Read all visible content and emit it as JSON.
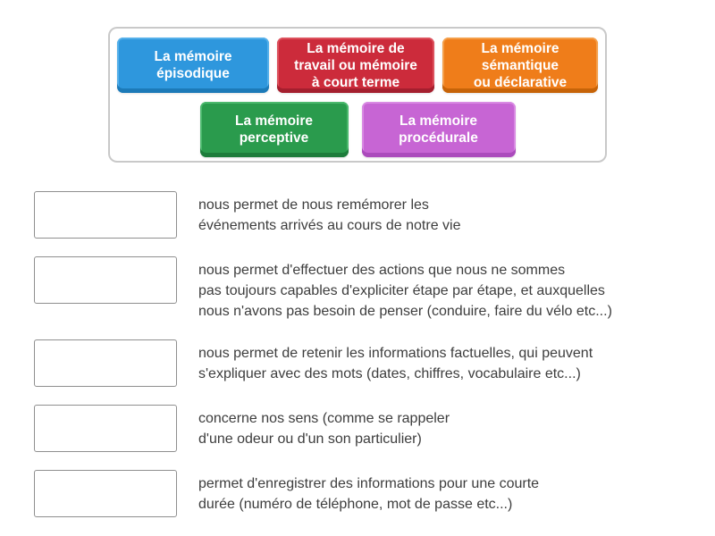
{
  "page": {
    "background_color": "#ffffff",
    "text_color": "#3d3d3d",
    "bank_border_color": "#c9c9c9",
    "slot_border_color": "#8f8f8f"
  },
  "word_bank": {
    "tiles": [
      {
        "label": "La mémoire\népisodique",
        "color": "#2e97dd",
        "color_light": "#55b0ea",
        "color_dark": "#1c7ab8"
      },
      {
        "label": "La mémoire de\ntravail ou mémoire\nà court terme",
        "color": "#cc2b3b",
        "color_light": "#dd525e",
        "color_dark": "#a41f2e"
      },
      {
        "label": "La mémoire\nsémantique\nou déclarative",
        "color": "#ef7d1a",
        "color_light": "#f49f4a",
        "color_dark": "#c66308"
      },
      {
        "label": "La mémoire\nperceptive",
        "color": "#2a9b4d",
        "color_light": "#4cb96e",
        "color_dark": "#1d7c3b"
      },
      {
        "label": "La mémoire\nprocédurale",
        "color": "#c765d4",
        "color_light": "#d98ae3",
        "color_dark": "#ab4bbc"
      }
    ]
  },
  "match_items": [
    {
      "clue": "nous permet de nous remémorer les\névénements arrivés au cours de notre vie"
    },
    {
      "clue": "nous permet d'effectuer des actions que nous ne sommes\npas toujours capables d'expliciter étape par étape, et auxquelles\nnous n'avons pas besoin de penser (conduire, faire du vélo etc...)"
    },
    {
      "clue": "nous permet de retenir les informations factuelles, qui peuvent\ns'expliquer avec des mots (dates, chiffres, vocabulaire etc...)"
    },
    {
      "clue": "concerne nos sens (comme se rappeler\nd'une odeur ou d'un son particulier)"
    },
    {
      "clue": "permet d'enregistrer des informations pour une courte\ndurée (numéro de téléphone, mot de passe etc...)"
    }
  ]
}
